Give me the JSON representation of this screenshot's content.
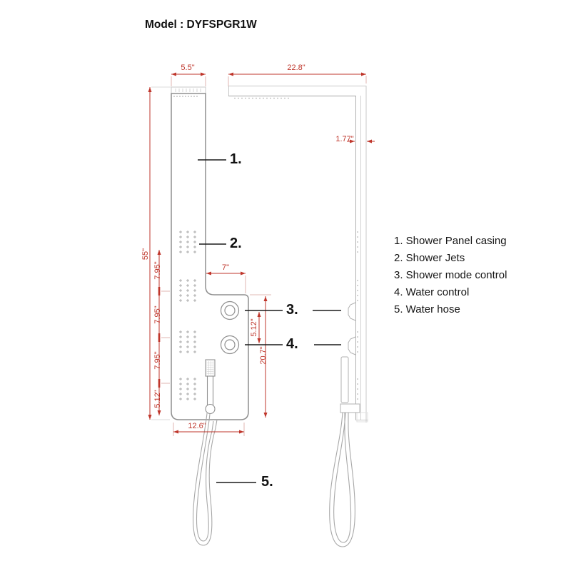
{
  "title": "Model : DYFSPGR1W",
  "legend": {
    "items": [
      "1. Shower Panel casing",
      "2. Shower Jets",
      "3. Shower mode control",
      "4. Water control",
      "5. Water hose"
    ]
  },
  "callouts": {
    "panel_casing": "1.",
    "shower_jets": "2.",
    "shower_mode_control": "3.",
    "water_control": "4.",
    "water_hose": "5."
  },
  "dimensions": {
    "top_width": "5.5\"",
    "arm_length": "22.8\"",
    "thickness": "1.77\"",
    "height": "55\"",
    "jet_spacing_1": "7.95\"",
    "jet_spacing_2": "7.95\"",
    "jet_spacing_3": "7.95\"",
    "jet_spacing_bottom": "5.12\"",
    "control_inset": "7\"",
    "control_spacing": "5.12\"",
    "control_to_bottom": "20.7\"",
    "bottom_width": "12.6\""
  },
  "colors": {
    "dimension_red": "#bf362b",
    "extension_muted": "#d8a49e",
    "outline_gray": "#8f8f8f",
    "light_gray": "#c8c8c8",
    "callout_black": "#1a1a1a"
  }
}
